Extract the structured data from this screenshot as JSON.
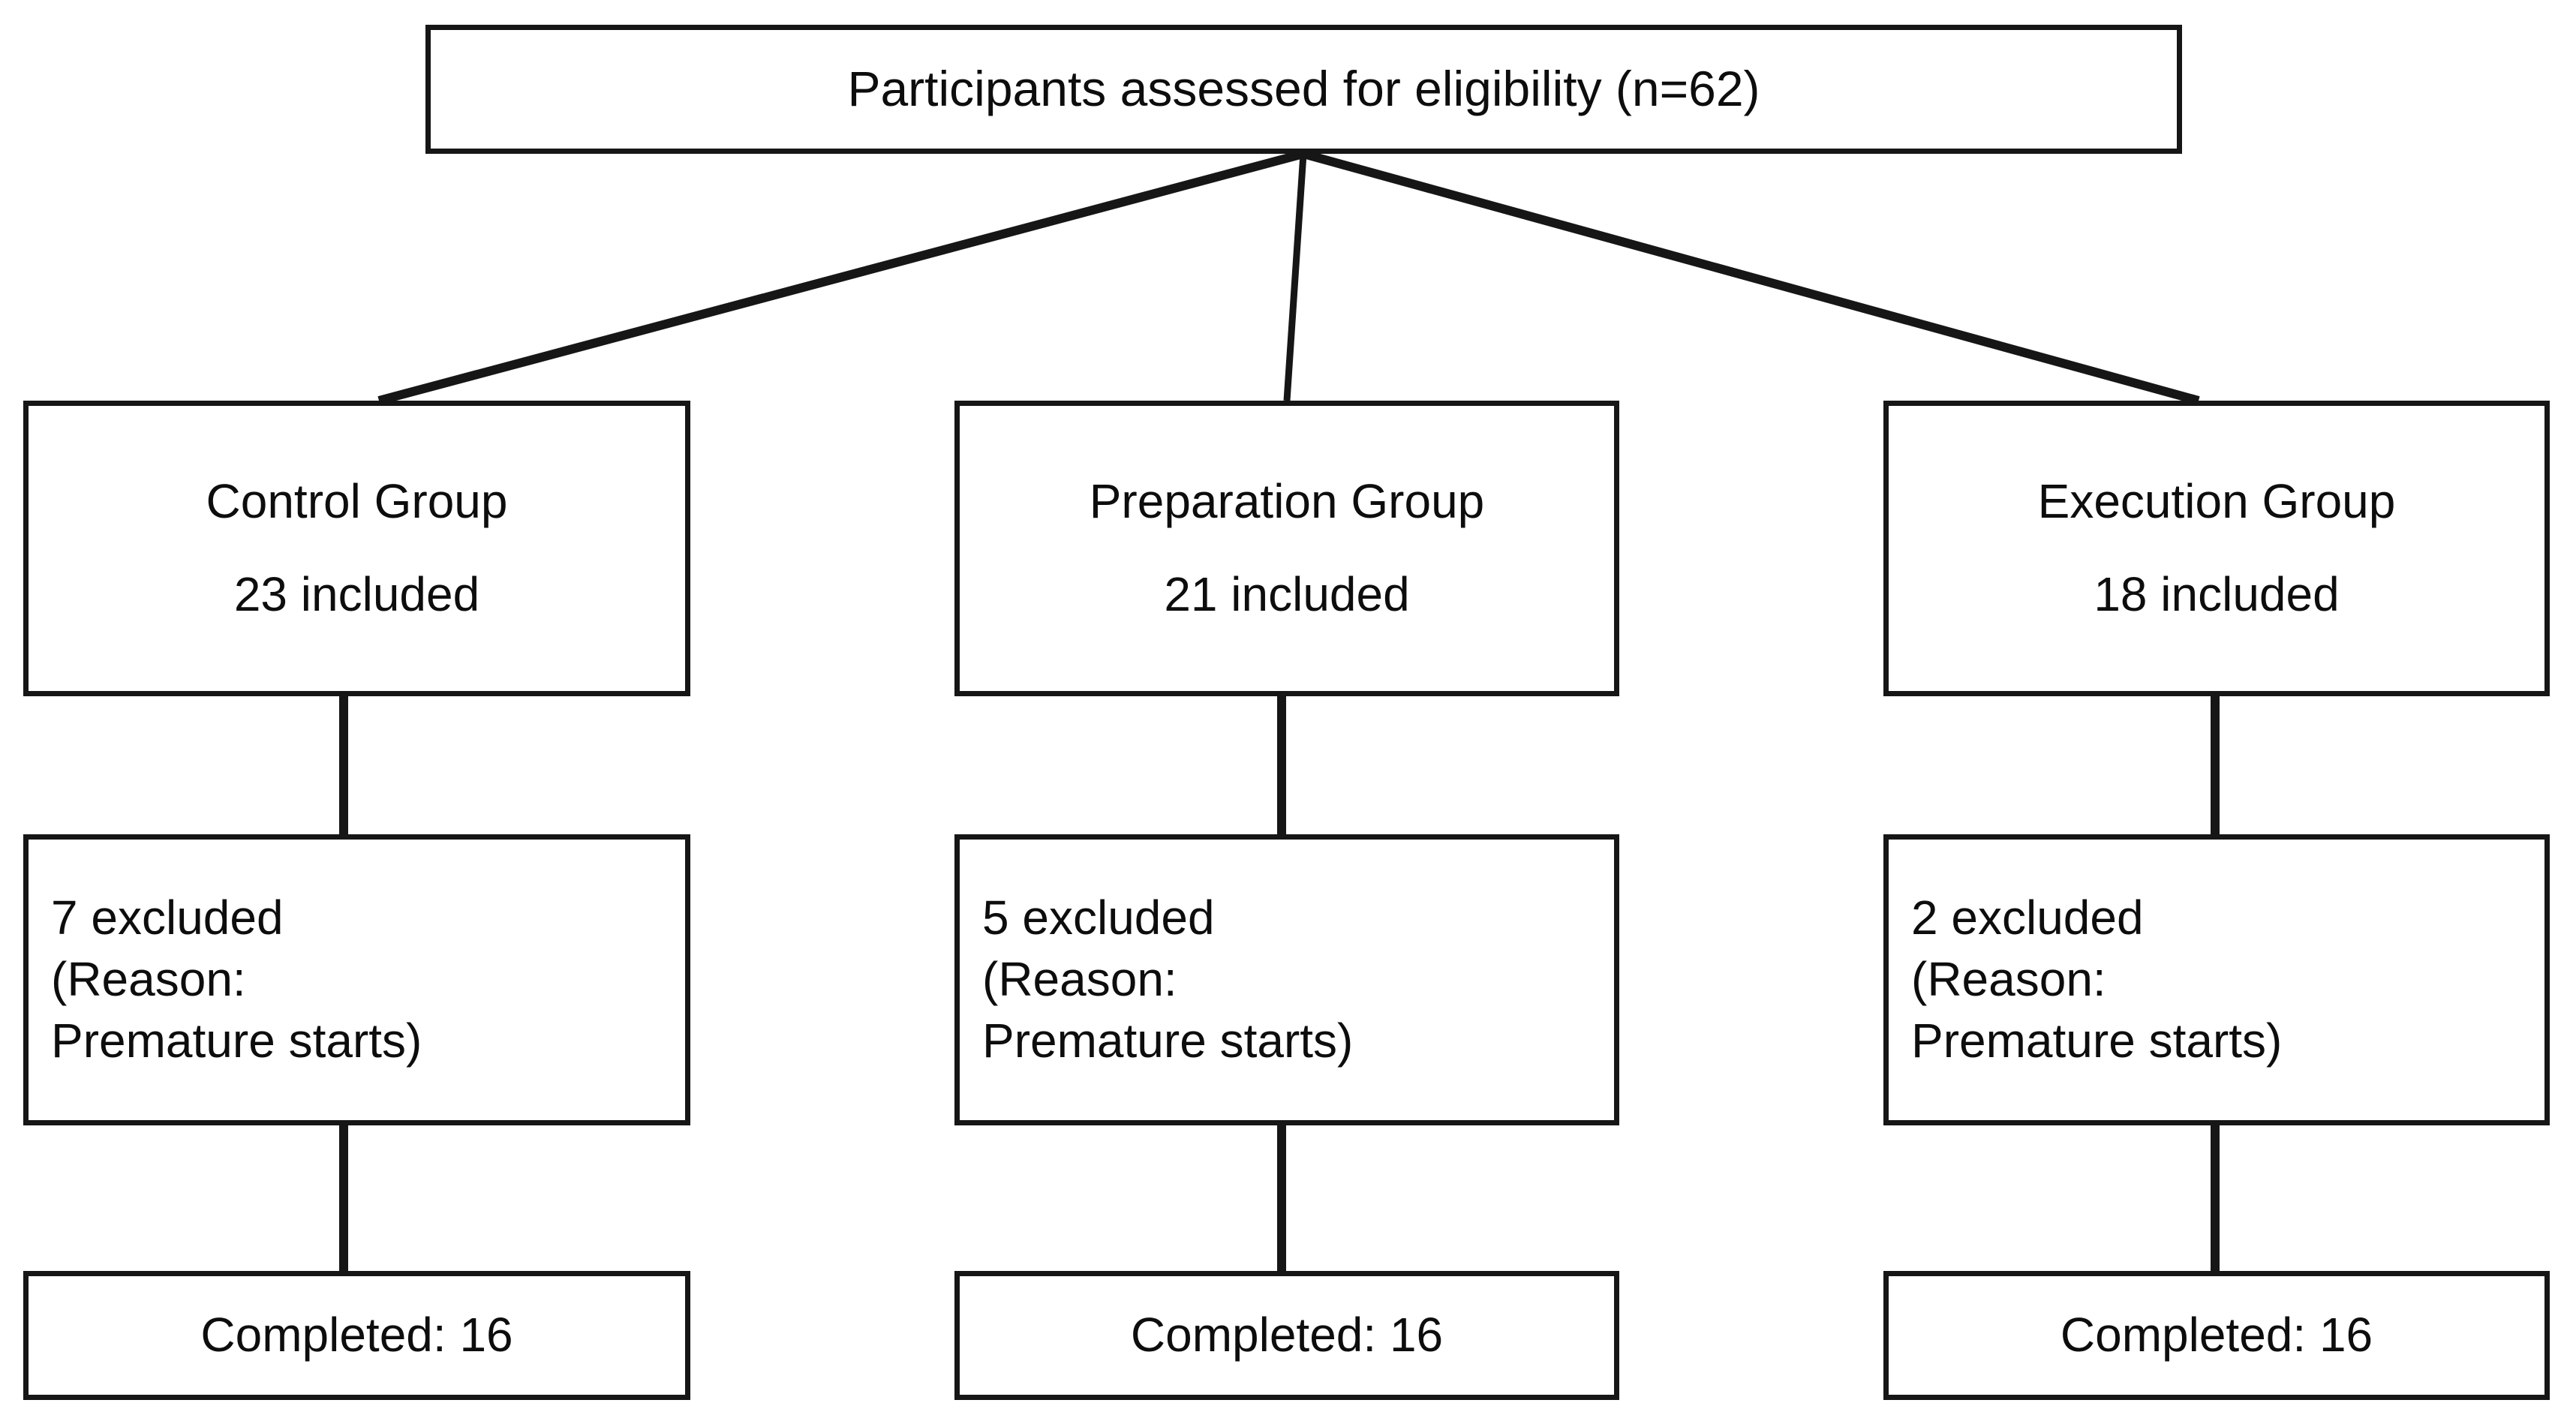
{
  "diagram": {
    "title": "CONSORT participant flow",
    "stroke_color": "#161616",
    "text_color": "#0d0d0d",
    "background_color": "#ffffff"
  },
  "top": {
    "text": "Participants assessed for eligibility (n=62)"
  },
  "columns": [
    {
      "id": "control",
      "group": {
        "name": "Control Group",
        "count": "23 included"
      },
      "excluded": {
        "line1": "7 excluded",
        "line2": "(Reason:",
        "line3": "Premature starts)"
      },
      "completed": {
        "text": "Completed: 16"
      }
    },
    {
      "id": "preparation",
      "group": {
        "name": "Preparation Group",
        "count": "21 included"
      },
      "excluded": {
        "line1": "5 excluded",
        "line2": "(Reason:",
        "line3": "Premature starts)"
      },
      "completed": {
        "text": "Completed: 16"
      }
    },
    {
      "id": "execution",
      "group": {
        "name": "Execution Group",
        "count": "18 included"
      },
      "excluded": {
        "line1": "2 excluded",
        "line2": "(Reason:",
        "line3": "Premature starts)"
      },
      "completed": {
        "text": "Completed: 16"
      }
    }
  ],
  "chart_data": {
    "type": "diagram",
    "title": "Participants assessed for eligibility (n=62)",
    "total_assessed": 62,
    "nodes": [
      {
        "level": 0,
        "label": "Participants assessed for eligibility (n=62)"
      },
      {
        "level": 1,
        "label": "Control Group",
        "included": 23
      },
      {
        "level": 1,
        "label": "Preparation Group",
        "included": 21
      },
      {
        "level": 1,
        "label": "Execution Group",
        "included": 18
      },
      {
        "level": 2,
        "label": "7 excluded (Reason: Premature starts)",
        "excluded": 7,
        "parent": "Control Group"
      },
      {
        "level": 2,
        "label": "5 excluded (Reason: Premature starts)",
        "excluded": 5,
        "parent": "Preparation Group"
      },
      {
        "level": 2,
        "label": "2 excluded (Reason: Premature starts)",
        "excluded": 2,
        "parent": "Execution Group"
      },
      {
        "level": 3,
        "label": "Completed: 16",
        "completed": 16,
        "parent": "Control Group"
      },
      {
        "level": 3,
        "label": "Completed: 16",
        "completed": 16,
        "parent": "Preparation Group"
      },
      {
        "level": 3,
        "label": "Completed: 16",
        "completed": 16,
        "parent": "Execution Group"
      }
    ]
  }
}
